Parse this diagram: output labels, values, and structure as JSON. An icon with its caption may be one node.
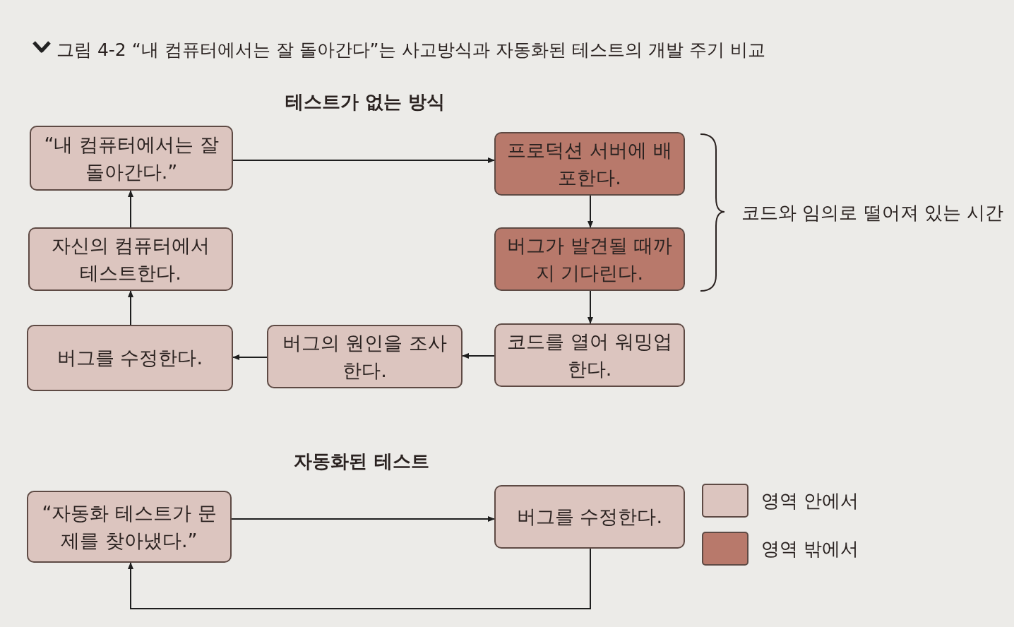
{
  "diagram": {
    "title": "그림 4-2 “내 컴퓨터에서는 잘 돌아간다”는 사고방식과 자동화된 테스트의 개발 주기 비교",
    "nodes": [
      {
        "text": [
          "“내 컴퓨터에서는 잘 돌아간다.”"
        ]
      },
      {
        "text": [
          "프로덕션 서버에 배포한다."
        ]
      },
      {
        "text": [
          "자신의 컴퓨터에서 테스트한다."
        ]
      },
      {
        "text": [
          "버그가 발견될 때까지 기다린다."
        ]
      },
      {
        "text": [
          "버그를 수정한다."
        ]
      },
      {
        "text": [
          "버그의 원인을 조사한다."
        ]
      },
      {
        "text": [
          "코드를 열어 워밍업한다."
        ]
      },
      {
        "text": [
          "“자동화 테스트가 문제를 찾아냈다.”"
        ]
      },
      {
        "text": [
          "버그를 수정한다."
        ]
      }
    ],
    "edges": [
      {
        "from": 0,
        "to": 1,
        "arrow": "to"
      },
      {
        "from": 1,
        "to": 3,
        "arrow": "to"
      },
      {
        "from": 3,
        "to": 6,
        "arrow": "to"
      },
      {
        "from": 6,
        "to": 5,
        "arrow": "to"
      },
      {
        "from": 5,
        "to": 4,
        "arrow": "to"
      },
      {
        "from": 4,
        "to": 2,
        "arrow": "to"
      },
      {
        "from": 2,
        "to": 0,
        "arrow": "to"
      },
      {
        "from": 7,
        "to": 8,
        "arrow": "to"
      },
      {
        "from": 8,
        "to": 7,
        "arrow": "to"
      }
    ],
    "labels": [
      "테스트가 없는 방식",
      "코드와 임의로 떨어져 있는 시간",
      "자동화된 테스트"
    ],
    "legend": [
      {
        "text": "영역 안에서",
        "color": "#dcc5bf"
      },
      {
        "text": "영역 밖에서",
        "color": "#b8796b"
      }
    ]
  }
}
